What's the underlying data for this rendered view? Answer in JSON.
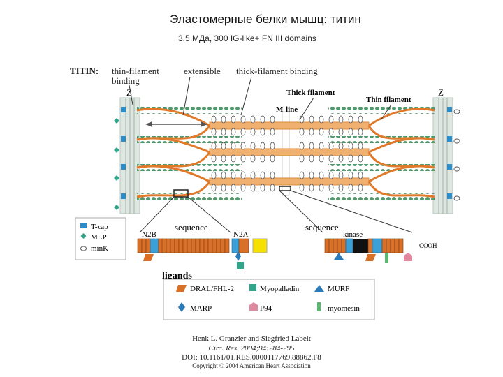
{
  "slide": {
    "title": "Эластомерные белки мышц: титин",
    "subtitle": "3.5 МДа, 300  IG-like+ FN III domains"
  },
  "figure": {
    "header": {
      "titin": "TITIN:",
      "thin_binding_1": "thin-filament",
      "thin_binding_2": "binding",
      "extensible": "extensible",
      "thick_binding": "thick-filament binding"
    },
    "labels": {
      "z_left": "Z",
      "z_right": "Z",
      "thick_filament": "Thick filament",
      "thin_filament": "Thin filament",
      "m_line": "M-line",
      "sequence_left": "sequence",
      "sequence_right": "sequence",
      "n2b": "N2B",
      "n2a": "N2A",
      "kinase": "kinase",
      "cooh": "COOH",
      "ligands": "ligands"
    },
    "legend_left": [
      {
        "label": "T-cap",
        "icon": "t-cap-icon",
        "color": "#2a8cc8"
      },
      {
        "label": "MLP",
        "icon": "mlp-icon",
        "color": "#2fa58a"
      },
      {
        "label": "minK",
        "icon": "mink-icon",
        "color": "#555555"
      }
    ],
    "ligand_legend": [
      {
        "label": "DRAL/FHL-2",
        "icon": "dral-icon",
        "color": "#d8702a"
      },
      {
        "label": "Myopalladin",
        "icon": "myopalladin-icon",
        "color": "#2fa58a"
      },
      {
        "label": "MURF",
        "icon": "murf-icon",
        "color": "#2a7ab8"
      },
      {
        "label": "MARP",
        "icon": "marp-icon",
        "color": "#2a7ab8"
      },
      {
        "label": "P94",
        "icon": "p94-icon",
        "color": "#e08aa0"
      },
      {
        "label": "myomesin",
        "icon": "myomesin-icon",
        "color": "#5cb870"
      }
    ],
    "colors": {
      "titin": "#e07a2a",
      "actin": "#4f9a6a",
      "thick": "#f0b070",
      "blue": "#3ba0d8",
      "yellow": "#f5e000"
    }
  },
  "citation": {
    "authors": "Henk L. Granzier and Siegfried Labeit",
    "journal": "Circ. Res. 2004;94:284-295",
    "doi": "DOI: 10.1161/01.RES.0000117769.88862.F8",
    "copyright": "Copyright © 2004 American Heart Association"
  }
}
